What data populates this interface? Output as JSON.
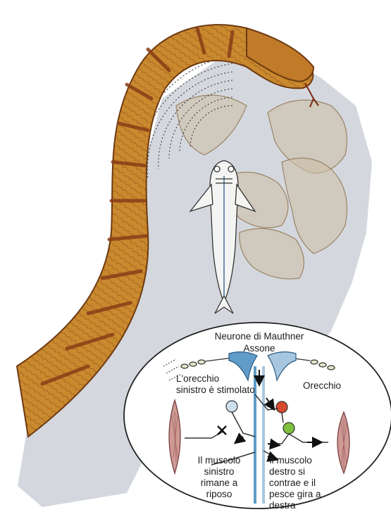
{
  "colors": {
    "page": "#ffffff",
    "shadow_backdrop": "#d4d8de",
    "snake_body": "#c9892e",
    "snake_band": "#8a3d17",
    "ghost_fish": "#b9a78a",
    "neuron_blue": "#5f9cc8",
    "muscle": "#cf9a95",
    "neuron_red": "#d94a2c",
    "neuron_green": "#7fbf3e"
  },
  "diagram": {
    "labels": {
      "mauthner_neuron": "Neurone di Mauthner",
      "axon": "Assone",
      "left_ear": [
        "L'orecchio",
        "sinistro è stimolato"
      ],
      "right_ear": "Orecchio",
      "left_muscle": [
        "Il muscolo",
        "sinistro",
        "rimane a",
        "riposo"
      ],
      "right_muscle": [
        "Il muscolo",
        "destro si",
        "contrae e il",
        "pesce gira a",
        "destra"
      ]
    }
  }
}
